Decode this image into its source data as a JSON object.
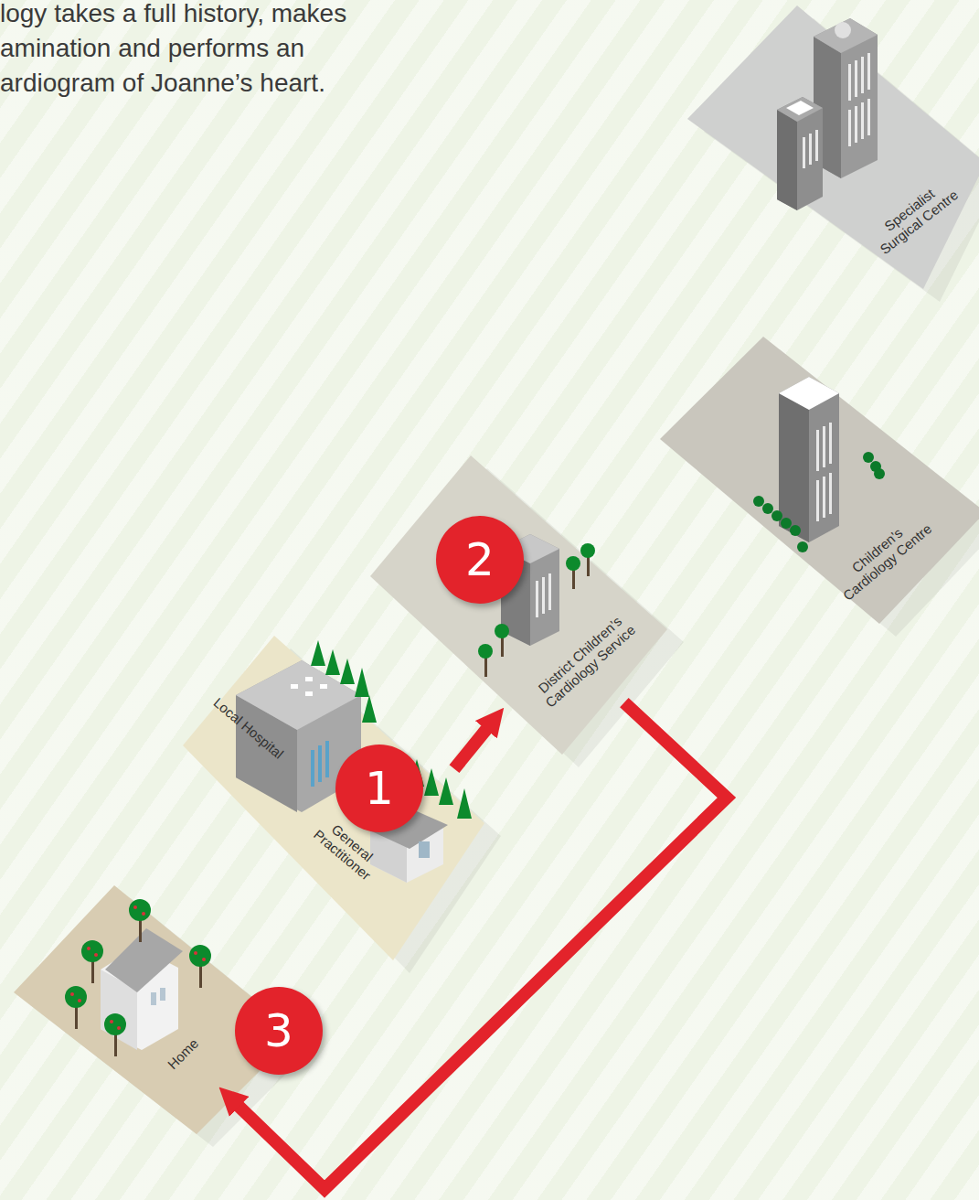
{
  "diagram": {
    "nodes": [
      {
        "text": [
          "Specialist Surgical Centre"
        ]
      },
      {
        "text": [
          "Children’s Cardiology Centre"
        ]
      },
      {
        "text": [
          "District Children’s Cardiology Service"
        ]
      },
      {
        "text": [
          "Local Hospital",
          "General Practitioner"
        ]
      },
      {
        "text": [
          "Home"
        ]
      }
    ],
    "edges": [
      {
        "from": 3,
        "to": 2,
        "arrow": "to"
      },
      {
        "from": 2,
        "to": 4,
        "arrow": "to"
      }
    ],
    "labels": [
      "logy takes a full history, makes amination and performs an ardiogram of Joanne’s heart.",
      "1",
      "2",
      "3"
    ]
  }
}
